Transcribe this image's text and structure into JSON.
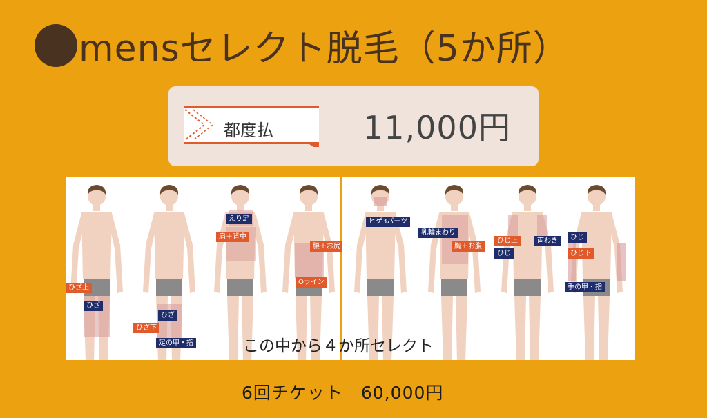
{
  "title": {
    "text": "mensセレクト脱毛（5か所）"
  },
  "price": {
    "label": "都度払",
    "amount": "11,000円"
  },
  "body_labels": {
    "hiza_ue": "ひざ上",
    "hiza": "ひざ",
    "hiza_shita": "ひざ下",
    "hiza2": "ひざ",
    "ashi_kou": "足の甲・指",
    "eri_ashi": "えり足",
    "kata_senaka": "肩＋背中",
    "koshi_oshiri": "腰＋お尻",
    "o_line": "Oライン",
    "hige": "ヒゲ3パーツ",
    "nyurin": "乳輪まわり",
    "mune_onaka": "胸＋お腹",
    "hiji_ue": "ひじ上",
    "hiji": "ひじ",
    "ryowaki": "両わき",
    "hiji2": "ひじ",
    "hiji_shita": "ひじ下",
    "te_kou": "手の甲・指"
  },
  "select_note": "この中から４か所セレクト",
  "ticket": "6回チケット　60,000円",
  "colors": {
    "background": "#EBA110",
    "title_text": "#4a3220",
    "card": "#EFE3DB",
    "label_navy": "#1f2e6b",
    "label_red": "#e05a2c",
    "skin": "#f1d2c0",
    "hair": "#6b4a2e",
    "shorts": "#8a8a8a",
    "highlight": "#d79a9a"
  }
}
